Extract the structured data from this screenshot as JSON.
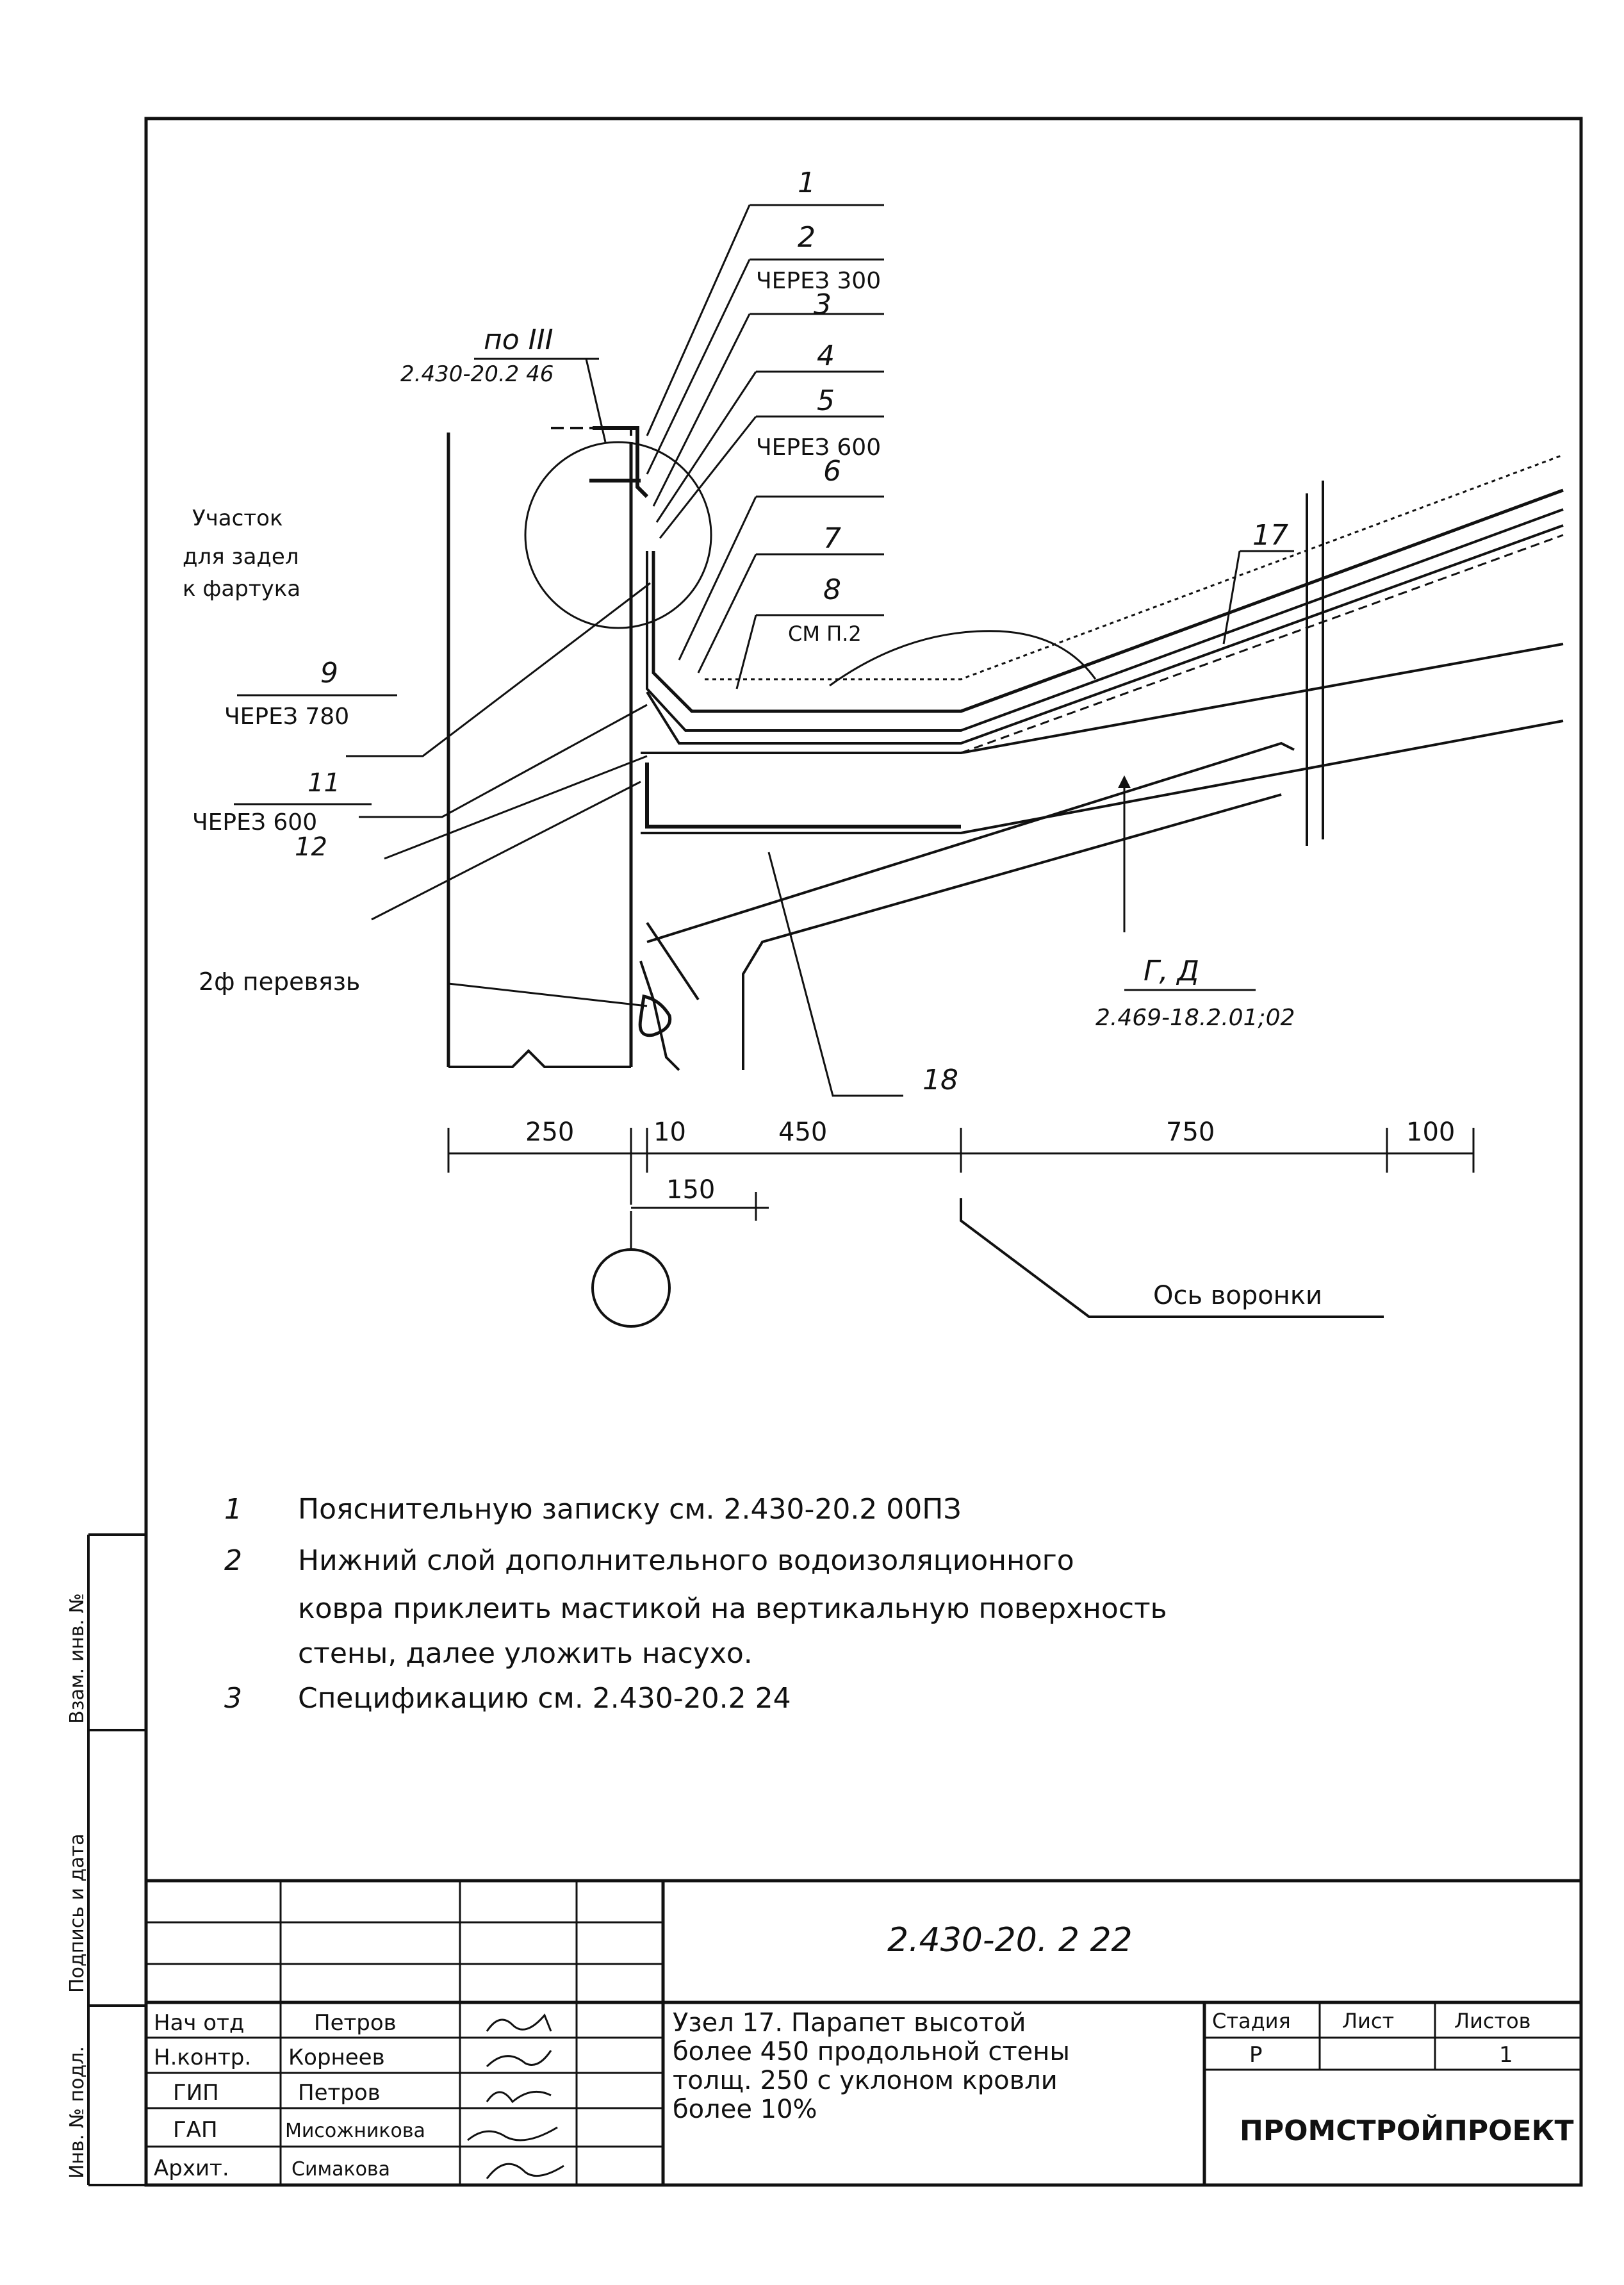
{
  "callouts": {
    "c1": "1",
    "c2": "2",
    "c2_note": "ЧЕРЕЗ 300",
    "c3": "3",
    "c4": "4",
    "c5": "5",
    "c5_note": "ЧЕРЕЗ 600",
    "c6": "6",
    "c7": "7",
    "c8": "8",
    "c8_note": "СМ П.2",
    "c9": "9",
    "c9_note": "ЧЕРЕЗ 780",
    "c11": "11",
    "c11_note": "ЧЕРЕЗ 600",
    "c12": "12",
    "c17": "17",
    "c18": "18"
  },
  "detail_ref": {
    "label": "по III",
    "code": "2.430-20.2 46"
  },
  "left_note": {
    "line1": "Участок",
    "line2": "для задел",
    "line3": "к фартука"
  },
  "pipe_note": "2ф перевязь",
  "section_ref": {
    "label": "Г, Д",
    "code": "2.469-18.2.01;02"
  },
  "dimensions": {
    "d250": "250",
    "d10": "10",
    "d450": "450",
    "d750": "750",
    "d100": "100",
    "d150": "150"
  },
  "axis_label": "Ось воронки",
  "notes": [
    {
      "num": "1",
      "text": "Пояснительную записку см. 2.430-20.2 00ПЗ"
    },
    {
      "num": "2",
      "text": "Нижний слой дополнительного водоизоляционного"
    },
    {
      "num": "",
      "text": "ковра приклеить мастикой на вертикальную поверхность"
    },
    {
      "num": "",
      "text": "стены, далее уложить насухо."
    },
    {
      "num": "3",
      "text": "Спецификацию см. 2.430-20.2 24"
    }
  ],
  "side_stamp": {
    "inv": "Инв. № подл.",
    "sign": "Подпись и дата",
    "vzam": "Взам. инв. №"
  },
  "title_block": {
    "doc_code": "2.430-20. 2 22",
    "title_line1": "Узел 17. Парапет высотой",
    "title_line2": "более 450 продольной стены",
    "title_line3": "толщ. 250 с уклоном кровли",
    "title_line4": "более 10%",
    "stage_header": "Стадия",
    "sheet_header": "Лист",
    "sheets_header": "Листов",
    "stage": "Р",
    "sheet": "",
    "sheets": "1",
    "org": "ПРОМСТРОЙПРОЕКТ",
    "people": [
      {
        "role": "Нач отд",
        "name": "Петров"
      },
      {
        "role": "Н.контр.",
        "name": "Корнеев"
      },
      {
        "role": "ГИП",
        "name": "Петров"
      },
      {
        "role": "ГАП",
        "name": "Мисожникова"
      },
      {
        "role": "Архит.",
        "name": "Симакова"
      }
    ]
  }
}
